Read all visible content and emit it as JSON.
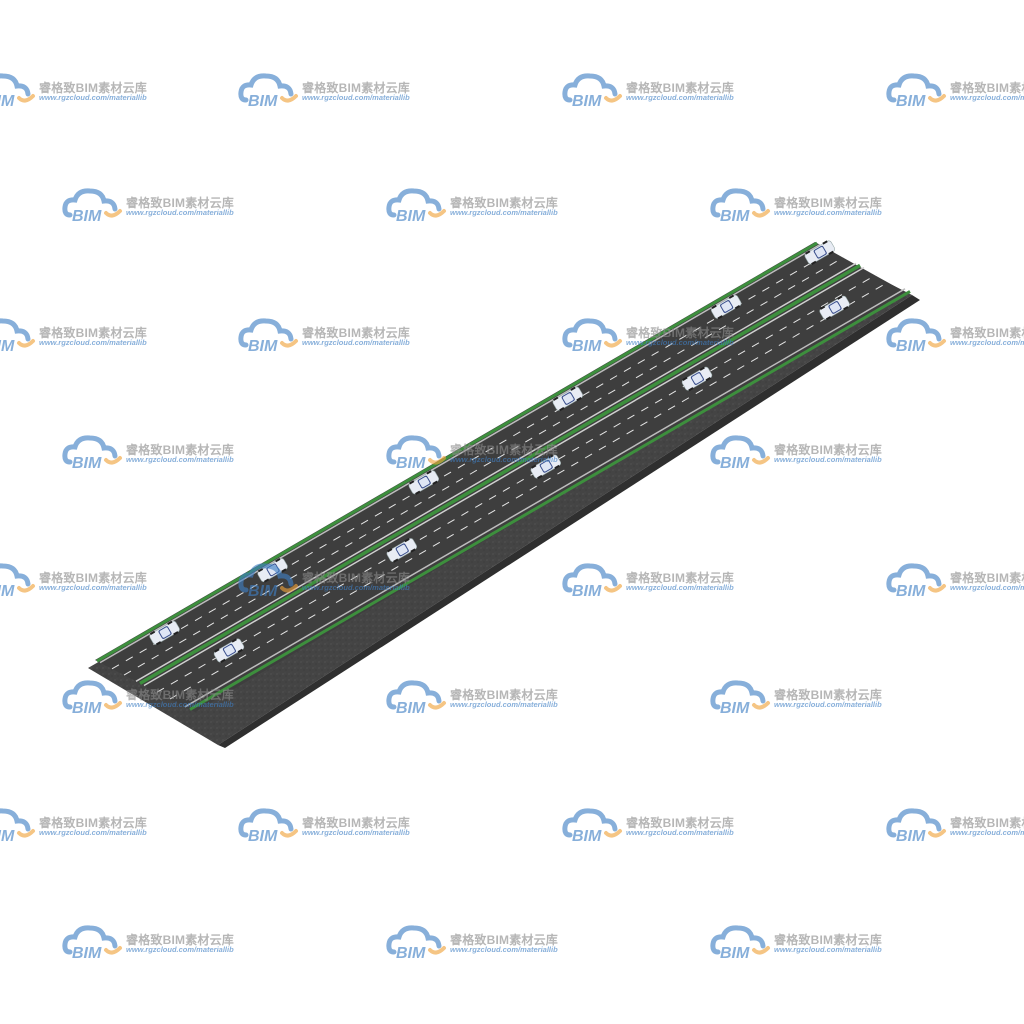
{
  "watermark": {
    "logo_text": "BIM",
    "title": "睿格致BIM素材云库",
    "url": "www.rgzcloud.com/materiallib",
    "colors": {
      "cloud": "#3f7fc4",
      "arc": "#f0a23a",
      "text": "#8a8a8a"
    }
  },
  "scene": {
    "subject": "road-model",
    "colors": {
      "asphalt": "#3e3e3e",
      "embankment": "#4a4a4a",
      "median_green": "#3d8f3d",
      "lane_marking": "#e6e6e6",
      "car_body": "#e8ecf4",
      "car_window": "#3a4f8c"
    }
  }
}
